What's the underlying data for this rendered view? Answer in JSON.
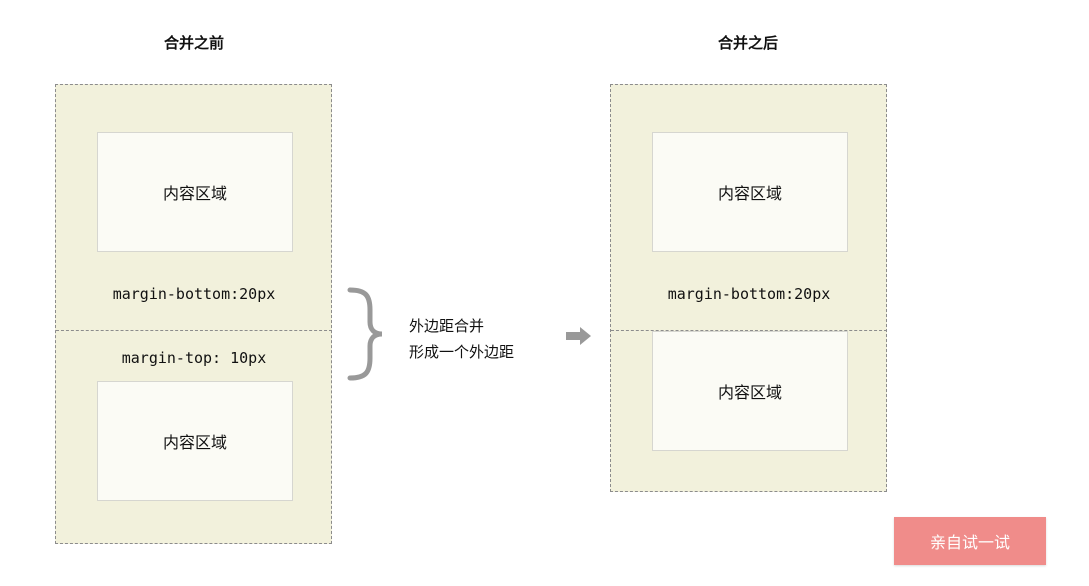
{
  "before": {
    "title": "合并之前",
    "top_content": "内容区域",
    "top_margin_label": "margin-bottom:20px",
    "bottom_margin_label": "margin-top: 10px",
    "bottom_content": "内容区域"
  },
  "after": {
    "title": "合并之后",
    "top_content": "内容区域",
    "margin_label": "margin-bottom:20px",
    "bottom_content": "内容区域"
  },
  "note": {
    "line1": "外边距合并",
    "line2": "形成一个外边距"
  },
  "button": {
    "label": "亲自试一试"
  },
  "colors": {
    "outer_fill": "#f2f1dc",
    "content_fill": "#fbfbf5",
    "dash": "#8c8c8c",
    "brace_arrow": "#999999",
    "button": "#f08c8a"
  }
}
